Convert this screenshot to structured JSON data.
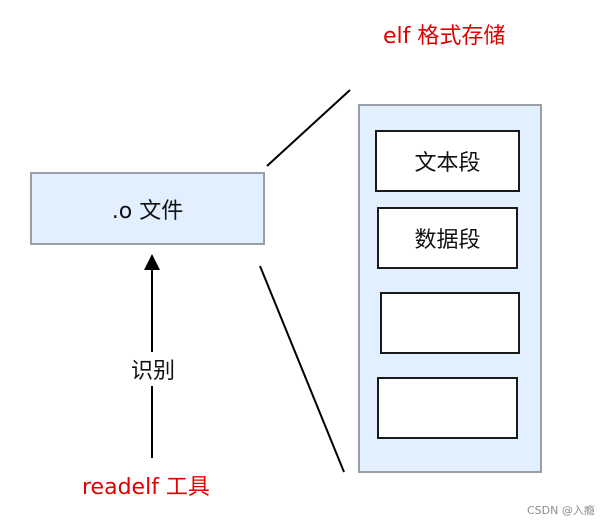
{
  "top_label": "elf 格式存储",
  "file_box": {
    "label": ".o 文件"
  },
  "segments": [
    "文本段",
    "数据段",
    "",
    ""
  ],
  "arrow_label": "识别",
  "tool_label": "readelf 工具",
  "watermark": "CSDN @入瘾",
  "colors": {
    "accent": "#e00000",
    "box_fill": "#e1efff",
    "box_border": "#9a9fa6",
    "line": "#000000"
  }
}
